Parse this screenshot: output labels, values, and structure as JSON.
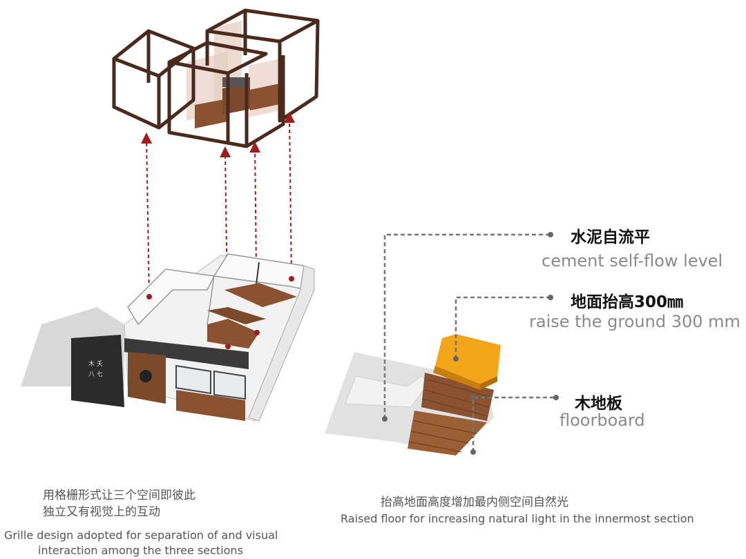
{
  "labels": {
    "cement_cn": "水泥自流平",
    "cement_en": "cement self-flow level",
    "raise_cn": "地面抬高300㎜",
    "raise_en": "raise the ground 300 mm",
    "floor_cn": "木地板",
    "floor_en": "floorboard"
  },
  "captions": {
    "left_cn_1": "用格栅形式让三个空间即彼此",
    "left_cn_2": "独立又有视觉上的互动",
    "left_en_1": "Grille design adopted for separation of and visual",
    "left_en_2": "interaction among the three sections",
    "right_cn": "抬高地面高度增加最内侧空间自然光",
    "right_en": "Raised floor for increasing natural light in the innermost section"
  },
  "colors": {
    "frame": "#4a2a1e",
    "wood": "#8a5230",
    "glass": "#e6cfc2",
    "arrow": "#a31b1b",
    "leader": "#777777",
    "yellow": "#f5a51a",
    "slab": "#e2e2e2"
  },
  "icons": [
    "up-arrow-icon",
    "leader-dot-icon"
  ]
}
